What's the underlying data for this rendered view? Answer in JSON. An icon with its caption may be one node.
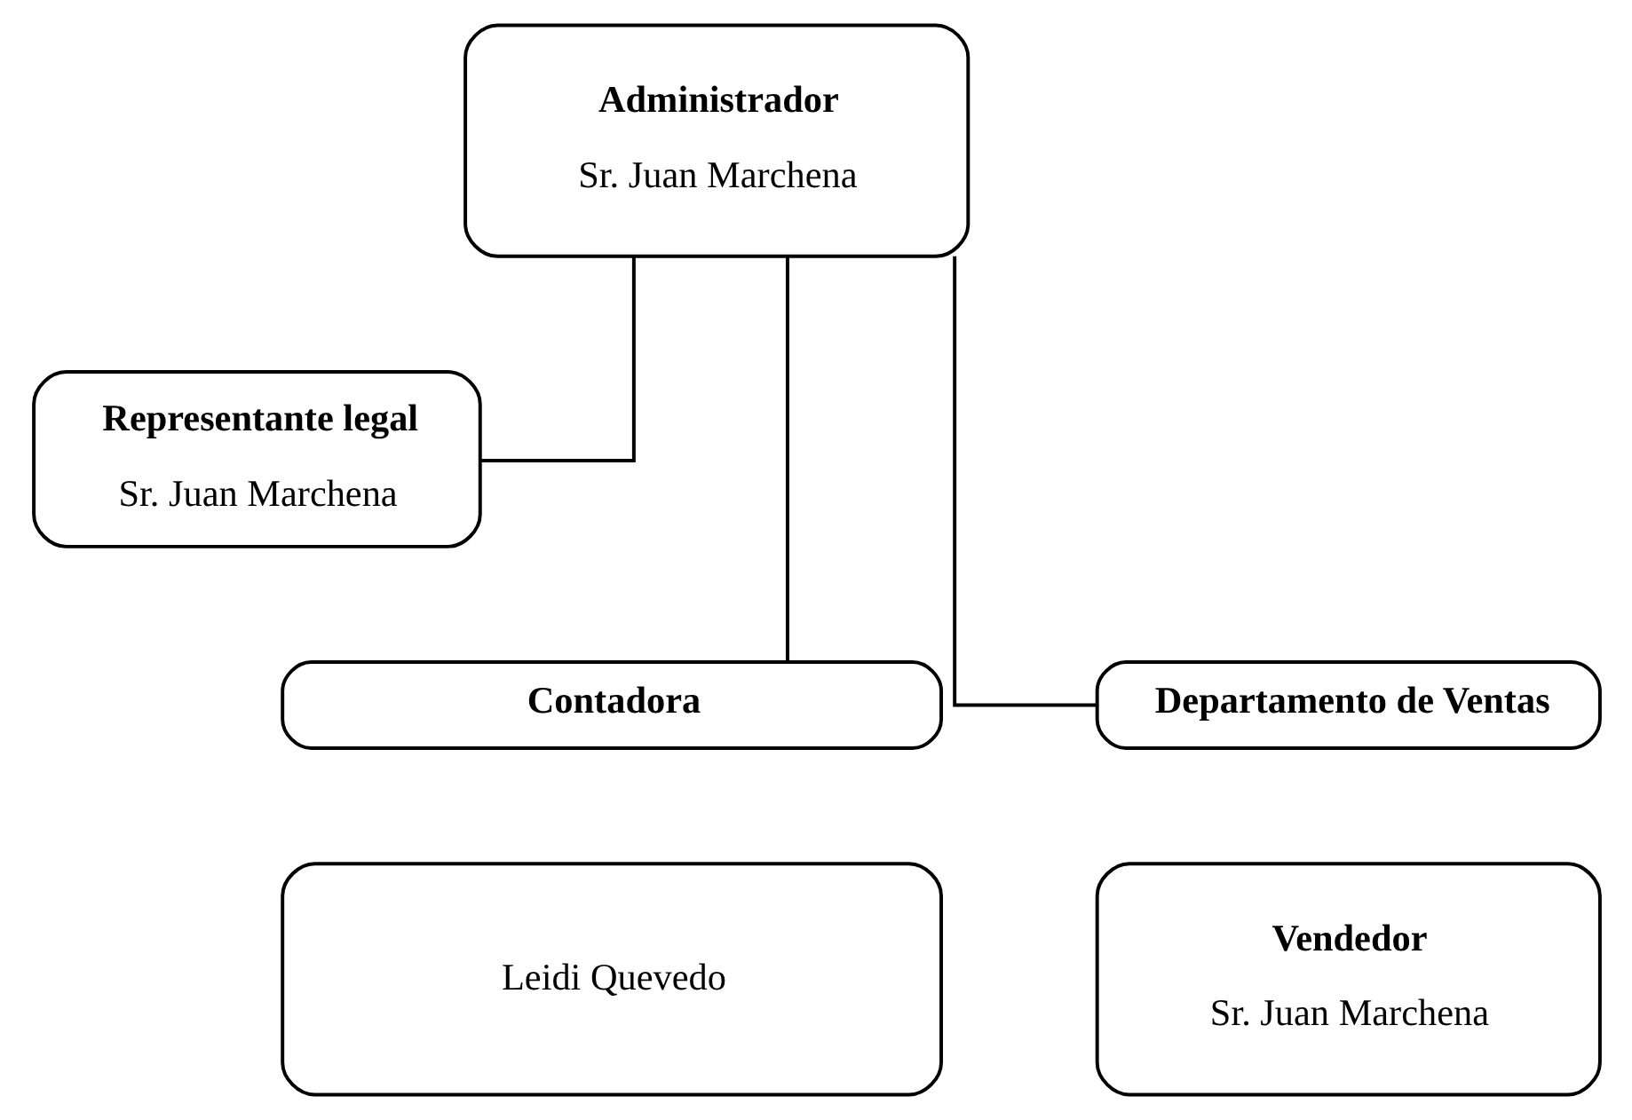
{
  "diagram": {
    "nodes": [
      {
        "text": [
          "Administrador",
          "Sr. Juan Marchena"
        ]
      },
      {
        "text": [
          "Representante legal",
          "Sr. Juan Marchena"
        ]
      },
      {
        "text": [
          "Contadora"
        ]
      },
      {
        "text": [
          "Departamento de Ventas"
        ]
      },
      {
        "text": [
          "Leidi Quevedo"
        ]
      },
      {
        "text": [
          "Vendedor",
          "Sr. Juan Marchena"
        ]
      }
    ],
    "edges": [
      {
        "from": 0,
        "to": 1,
        "arrow": "none"
      },
      {
        "from": 0,
        "to": 2,
        "arrow": "none"
      },
      {
        "from": 0,
        "to": 3,
        "arrow": "none"
      }
    ]
  }
}
